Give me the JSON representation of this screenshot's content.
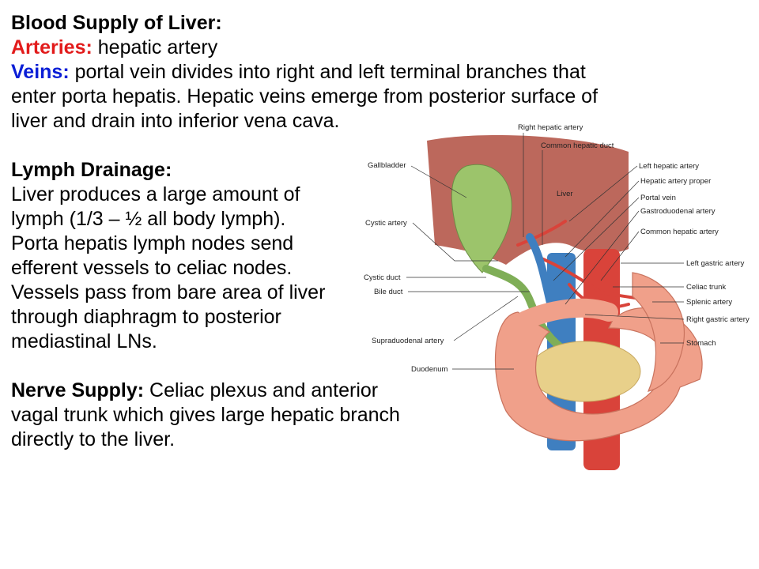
{
  "section1": {
    "title": "Blood Supply of Liver:",
    "arteries_label": "Arteries:",
    "arteries_text": " hepatic artery",
    "veins_label": "Veins:",
    "veins_text_1": " portal vein divides into right and left terminal branches that",
    "veins_text_2": "enter porta hepatis. Hepatic veins emerge from posterior surface of",
    "veins_text_3": "liver and drain into inferior vena cava."
  },
  "section2": {
    "title": "Lymph Drainage:",
    "lines": [
      "Liver produces a large amount of",
      "lymph (1/3 – ½ all body lymph).",
      "Porta hepatis lymph nodes send",
      "efferent vessels to celiac nodes.",
      "Vessels pass from bare area of liver",
      "through diaphragm to posterior",
      "mediastinal LNs."
    ]
  },
  "section3": {
    "title": "Nerve Supply:",
    "text_1": " Celiac plexus and anterior",
    "text_2": "vagal trunk which gives large hepatic branch",
    "text_3": "directly to the liver."
  },
  "diagram": {
    "labels": {
      "right_hepatic_artery": "Right hepatic artery",
      "common_hepatic_duct": "Common hepatic duct",
      "gallbladder": "Gallbladder",
      "liver": "Liver",
      "left_hepatic_artery": "Left hepatic artery",
      "hepatic_artery_proper": "Hepatic artery proper",
      "portal_vein": "Portal vein",
      "gastroduodenal_artery": "Gastroduodenal artery",
      "cystic_artery": "Cystic artery",
      "common_hepatic_artery": "Common hepatic artery",
      "left_gastric_artery": "Left gastric artery",
      "cystic_duct": "Cystic duct",
      "celiac_trunk": "Celiac trunk",
      "bile_duct": "Bile duct",
      "splenic_artery": "Splenic artery",
      "right_gastric_artery": "Right gastric artery",
      "supraduodenal_artery": "Supraduodenal artery",
      "stomach": "Stomach",
      "duodenum": "Duodenum"
    },
    "colors": {
      "liver": "#b5584a",
      "gallbladder": "#9cc46b",
      "artery": "#d9433a",
      "vein": "#3f7fc0",
      "duodenum": "#f0a08a",
      "pancreas": "#e8d08a"
    }
  }
}
